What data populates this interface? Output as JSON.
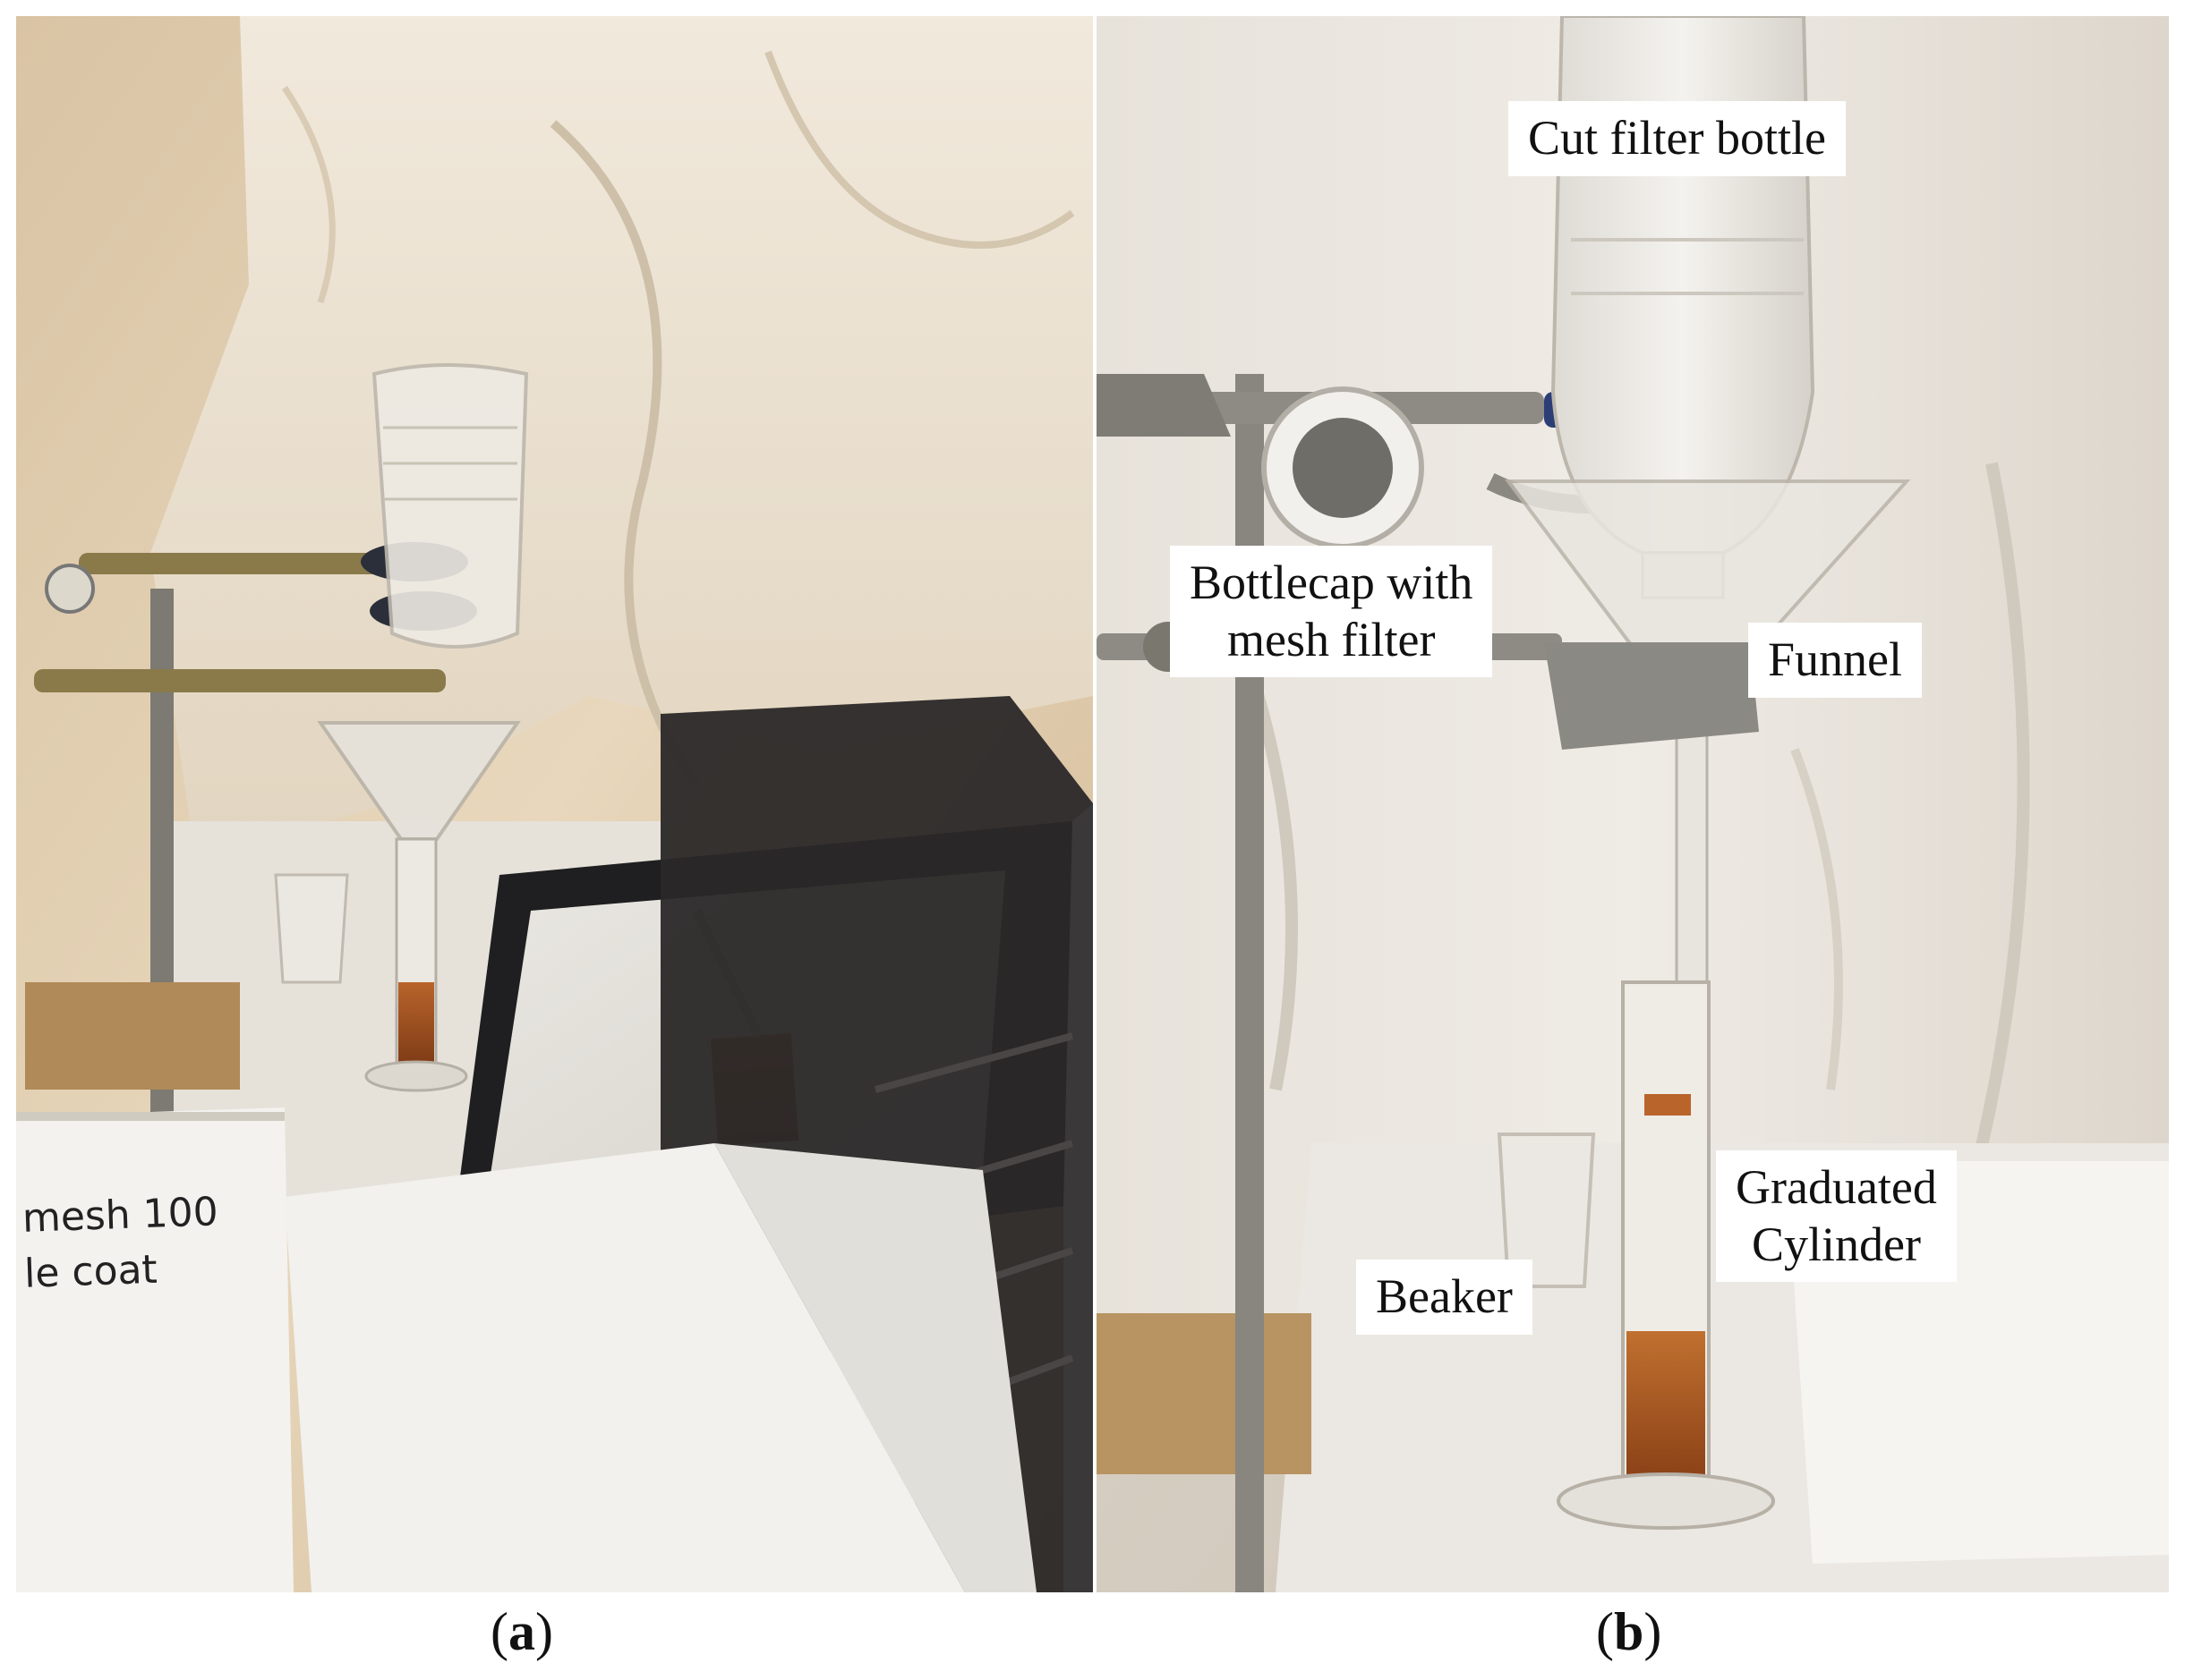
{
  "figure": {
    "panel_a": {
      "caption_open": "(",
      "caption_letter": "a",
      "caption_close": ")",
      "handwritten_line_1": "mesh 100",
      "handwritten_line_2": "le coat"
    },
    "panel_b": {
      "caption_open": "(",
      "caption_letter": "b",
      "caption_close": ")",
      "labels": {
        "cut_filter_bottle": "Cut filter bottle",
        "bottlecap_line_1": "Bottlecap with",
        "bottlecap_line_2": "mesh filter",
        "funnel": "Funnel",
        "graduated_line_1": "Graduated",
        "graduated_line_2": "Cylinder",
        "beaker": "Beaker"
      }
    }
  },
  "colors": {
    "wall_warm": "#e9d9bf",
    "lab_coat": "#efe7da",
    "liquid_amber": "#a4521f",
    "tablet_frame": "#1f1f21",
    "stand_metal": "#8a8a84",
    "clamp_brass": "#8a7a4a"
  }
}
